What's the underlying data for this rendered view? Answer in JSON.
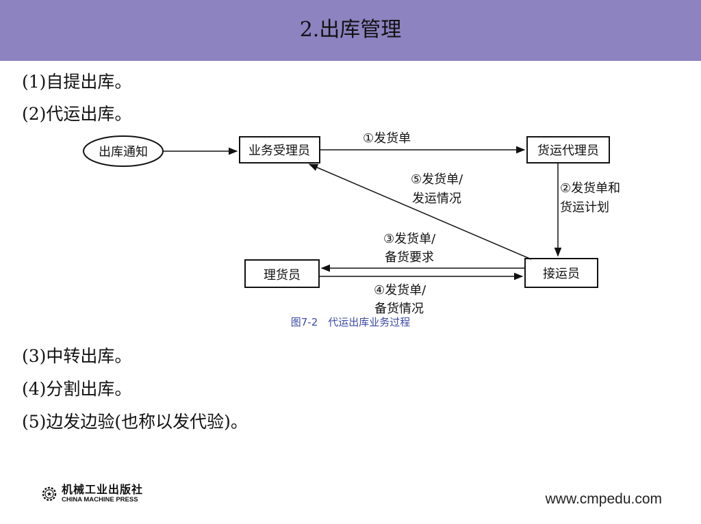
{
  "slide": {
    "title": "2.出库管理"
  },
  "items": [
    "(1)自提出库。",
    "(2)代运出库。",
    "(3)中转出库。",
    "(4)分割出库。",
    "(5)边发边验(也称以发代验)。"
  ],
  "diagram": {
    "nodes": {
      "notice": "出库通知",
      "clerk": "业务受理员",
      "agent": "货运代理员",
      "receiver": "接运员",
      "stock": "理货员"
    },
    "edges": {
      "e1": "①发货单",
      "e2_line1": "②发货单和",
      "e2_line2": "货运计划",
      "e3_line1": "③发货单/",
      "e3_line2": "备货要求",
      "e4_line1": "④发货单/",
      "e4_line2": "备货情况",
      "e5_line1": "⑤发货单/",
      "e5_line2": "发运情况"
    },
    "caption": "图7-2　代运出库业务过程"
  },
  "footer": {
    "publisher_cn": "机械工业出版社",
    "publisher_en": "CHINA MACHINE PRESS",
    "url": "www.cmpedu.com"
  }
}
